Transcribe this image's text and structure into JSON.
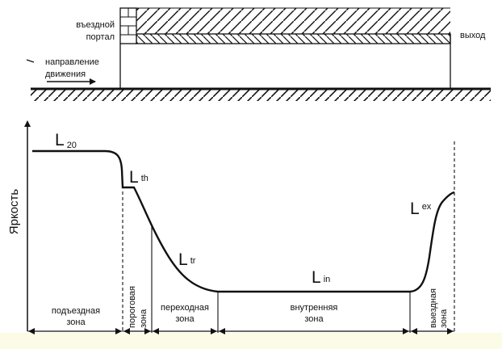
{
  "diagram": {
    "tunnel_labels": {
      "entry_portal_line1": "въездной",
      "entry_portal_line2": "портал",
      "exit": "выход",
      "direction_line1": "направление",
      "direction_line2": "движения"
    },
    "y_axis_label": "Яркость",
    "curve_labels": {
      "l20": {
        "main": "L",
        "sub": "20"
      },
      "lth": {
        "main": "L",
        "sub": "th"
      },
      "ltr": {
        "main": "L",
        "sub": "tr"
      },
      "lin": {
        "main": "L",
        "sub": "in"
      },
      "lex": {
        "main": "L",
        "sub": "ex"
      }
    },
    "zones": {
      "approach_line1": "подъездная",
      "approach_line2": "зона",
      "threshold_line1": "пороговая",
      "threshold_line2": "зона",
      "transition_line1": "переходная",
      "transition_line2": "зона",
      "interior_line1": "внутренняя",
      "interior_line2": "зона",
      "exit_line1": "выездная",
      "exit_line2": "зона"
    },
    "colors": {
      "ink": "#111111",
      "background": "#ffffff",
      "bottom_strip": "#fbfbe6"
    }
  }
}
